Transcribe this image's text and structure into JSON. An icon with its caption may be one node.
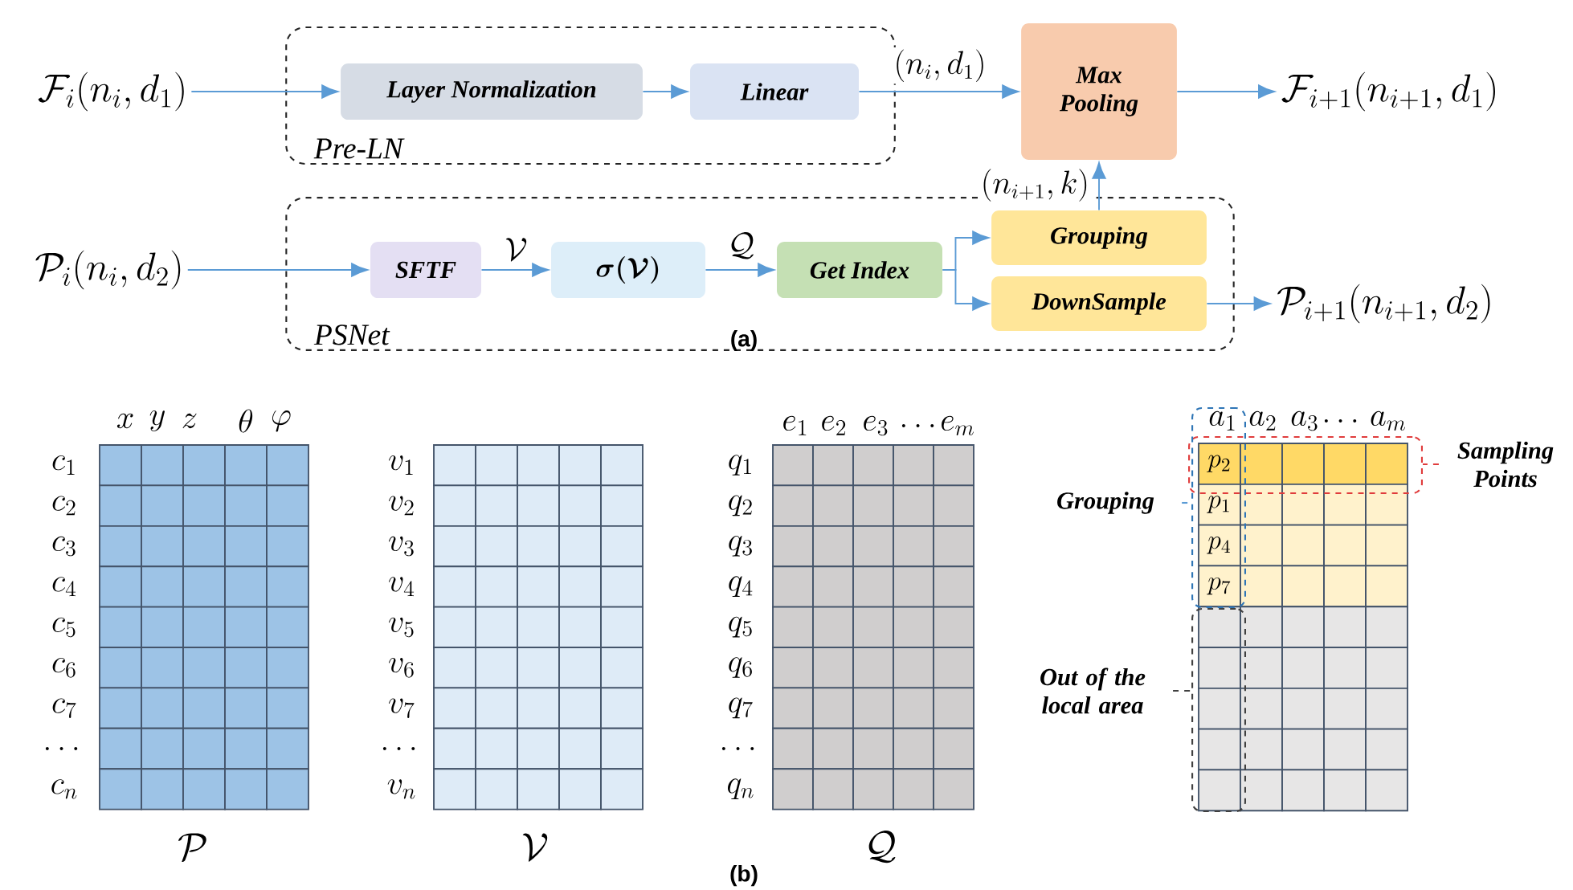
{
  "diagram": {
    "nodes": [
      {
        "text": [
          "Pre-LN"
        ]
      },
      {
        "text": [
          "Layer Normalization"
        ],
        "in": 0
      },
      {
        "text": [
          "Linear"
        ],
        "in": 0
      },
      {
        "text": [
          "PSNet"
        ]
      },
      {
        "text": [
          "SFTF"
        ],
        "in": 3
      },
      {
        "text": [
          "\\sigma(\\mathcal{V})"
        ],
        "in": 3
      },
      {
        "text": [
          "Get Index"
        ],
        "in": 3
      },
      {
        "text": [
          "Grouping"
        ],
        "in": 3
      },
      {
        "text": [
          "DownSample"
        ],
        "in": 3
      },
      {
        "text": [
          "Max Pooling"
        ]
      },
      {
        "text": [
          "\\mathcal{F}_i(n_i, d_1)"
        ]
      },
      {
        "text": [
          "\\mathcal{F}_{i+1}(n_{i+1}, d_1)"
        ]
      },
      {
        "text": [
          "\\mathcal{P}_i(n_i, d_2)"
        ]
      },
      {
        "text": [
          "\\mathcal{P}_{i+1}(n_{i+1}, d_2)"
        ]
      },
      {
        "text": [
          "Sampling Points"
        ]
      },
      {
        "text": [],
        "shape": "box"
      },
      {
        "text": [
          "Grouping"
        ]
      },
      {
        "text": [],
        "shape": "box"
      },
      {
        "text": [
          "Out of the local area"
        ]
      },
      {
        "text": [],
        "shape": "box"
      }
    ],
    "edges": [
      {
        "from": 10,
        "to": 1,
        "arrow": "to"
      },
      {
        "from": 1,
        "to": 2,
        "arrow": "to"
      },
      {
        "from": 2,
        "to": 9,
        "arrow": "to",
        "label": "(n_i, d_1)"
      },
      {
        "from": 9,
        "to": 11,
        "arrow": "to"
      },
      {
        "from": 12,
        "to": 4,
        "arrow": "to"
      },
      {
        "from": 4,
        "to": 5,
        "arrow": "to",
        "label": "\\mathcal{V}"
      },
      {
        "from": 5,
        "to": 6,
        "arrow": "to",
        "label": "\\mathcal{Q}"
      },
      {
        "from": 6,
        "to": 7,
        "arrow": "to"
      },
      {
        "from": 6,
        "to": 8,
        "arrow": "to"
      },
      {
        "from": 7,
        "to": 9,
        "arrow": "to",
        "label": "(n_{i+1}, k)"
      },
      {
        "from": 8,
        "to": 13,
        "arrow": "to"
      },
      {
        "from": 14,
        "to": 15,
        "arrow": "none",
        "style": "dashed",
        "color": "#e03c3c"
      },
      {
        "from": 16,
        "to": 17,
        "arrow": "none",
        "style": "dashed"
      },
      {
        "from": 18,
        "to": 19,
        "arrow": "none",
        "style": "dashed",
        "color": "#404040"
      }
    ],
    "labels": [
      "(a)",
      "x",
      "y",
      "z",
      "\\theta",
      "\\varphi",
      "c_1",
      "c_2",
      "c_3",
      "c_4",
      "c_5",
      "c_6",
      "c_7",
      "\\dots",
      "c_n",
      "\\mathcal{P}",
      "v_1",
      "v_2",
      "v_3",
      "v_4",
      "v_5",
      "v_6",
      "v_7",
      "\\dots",
      "v_n",
      "\\mathcal{V}",
      "e_1",
      "e_2",
      "e_3",
      "\\dots",
      "e_m",
      "q_1",
      "q_2",
      "q_3",
      "q_4",
      "q_5",
      "q_6",
      "q_7",
      "\\dots",
      "q_n",
      "\\mathcal{Q}",
      "a_1",
      "a_2",
      "a_3",
      "\\dots",
      "a_m",
      "p_2",
      "p_1",
      "p_4",
      "p_7",
      "(b)"
    ]
  }
}
